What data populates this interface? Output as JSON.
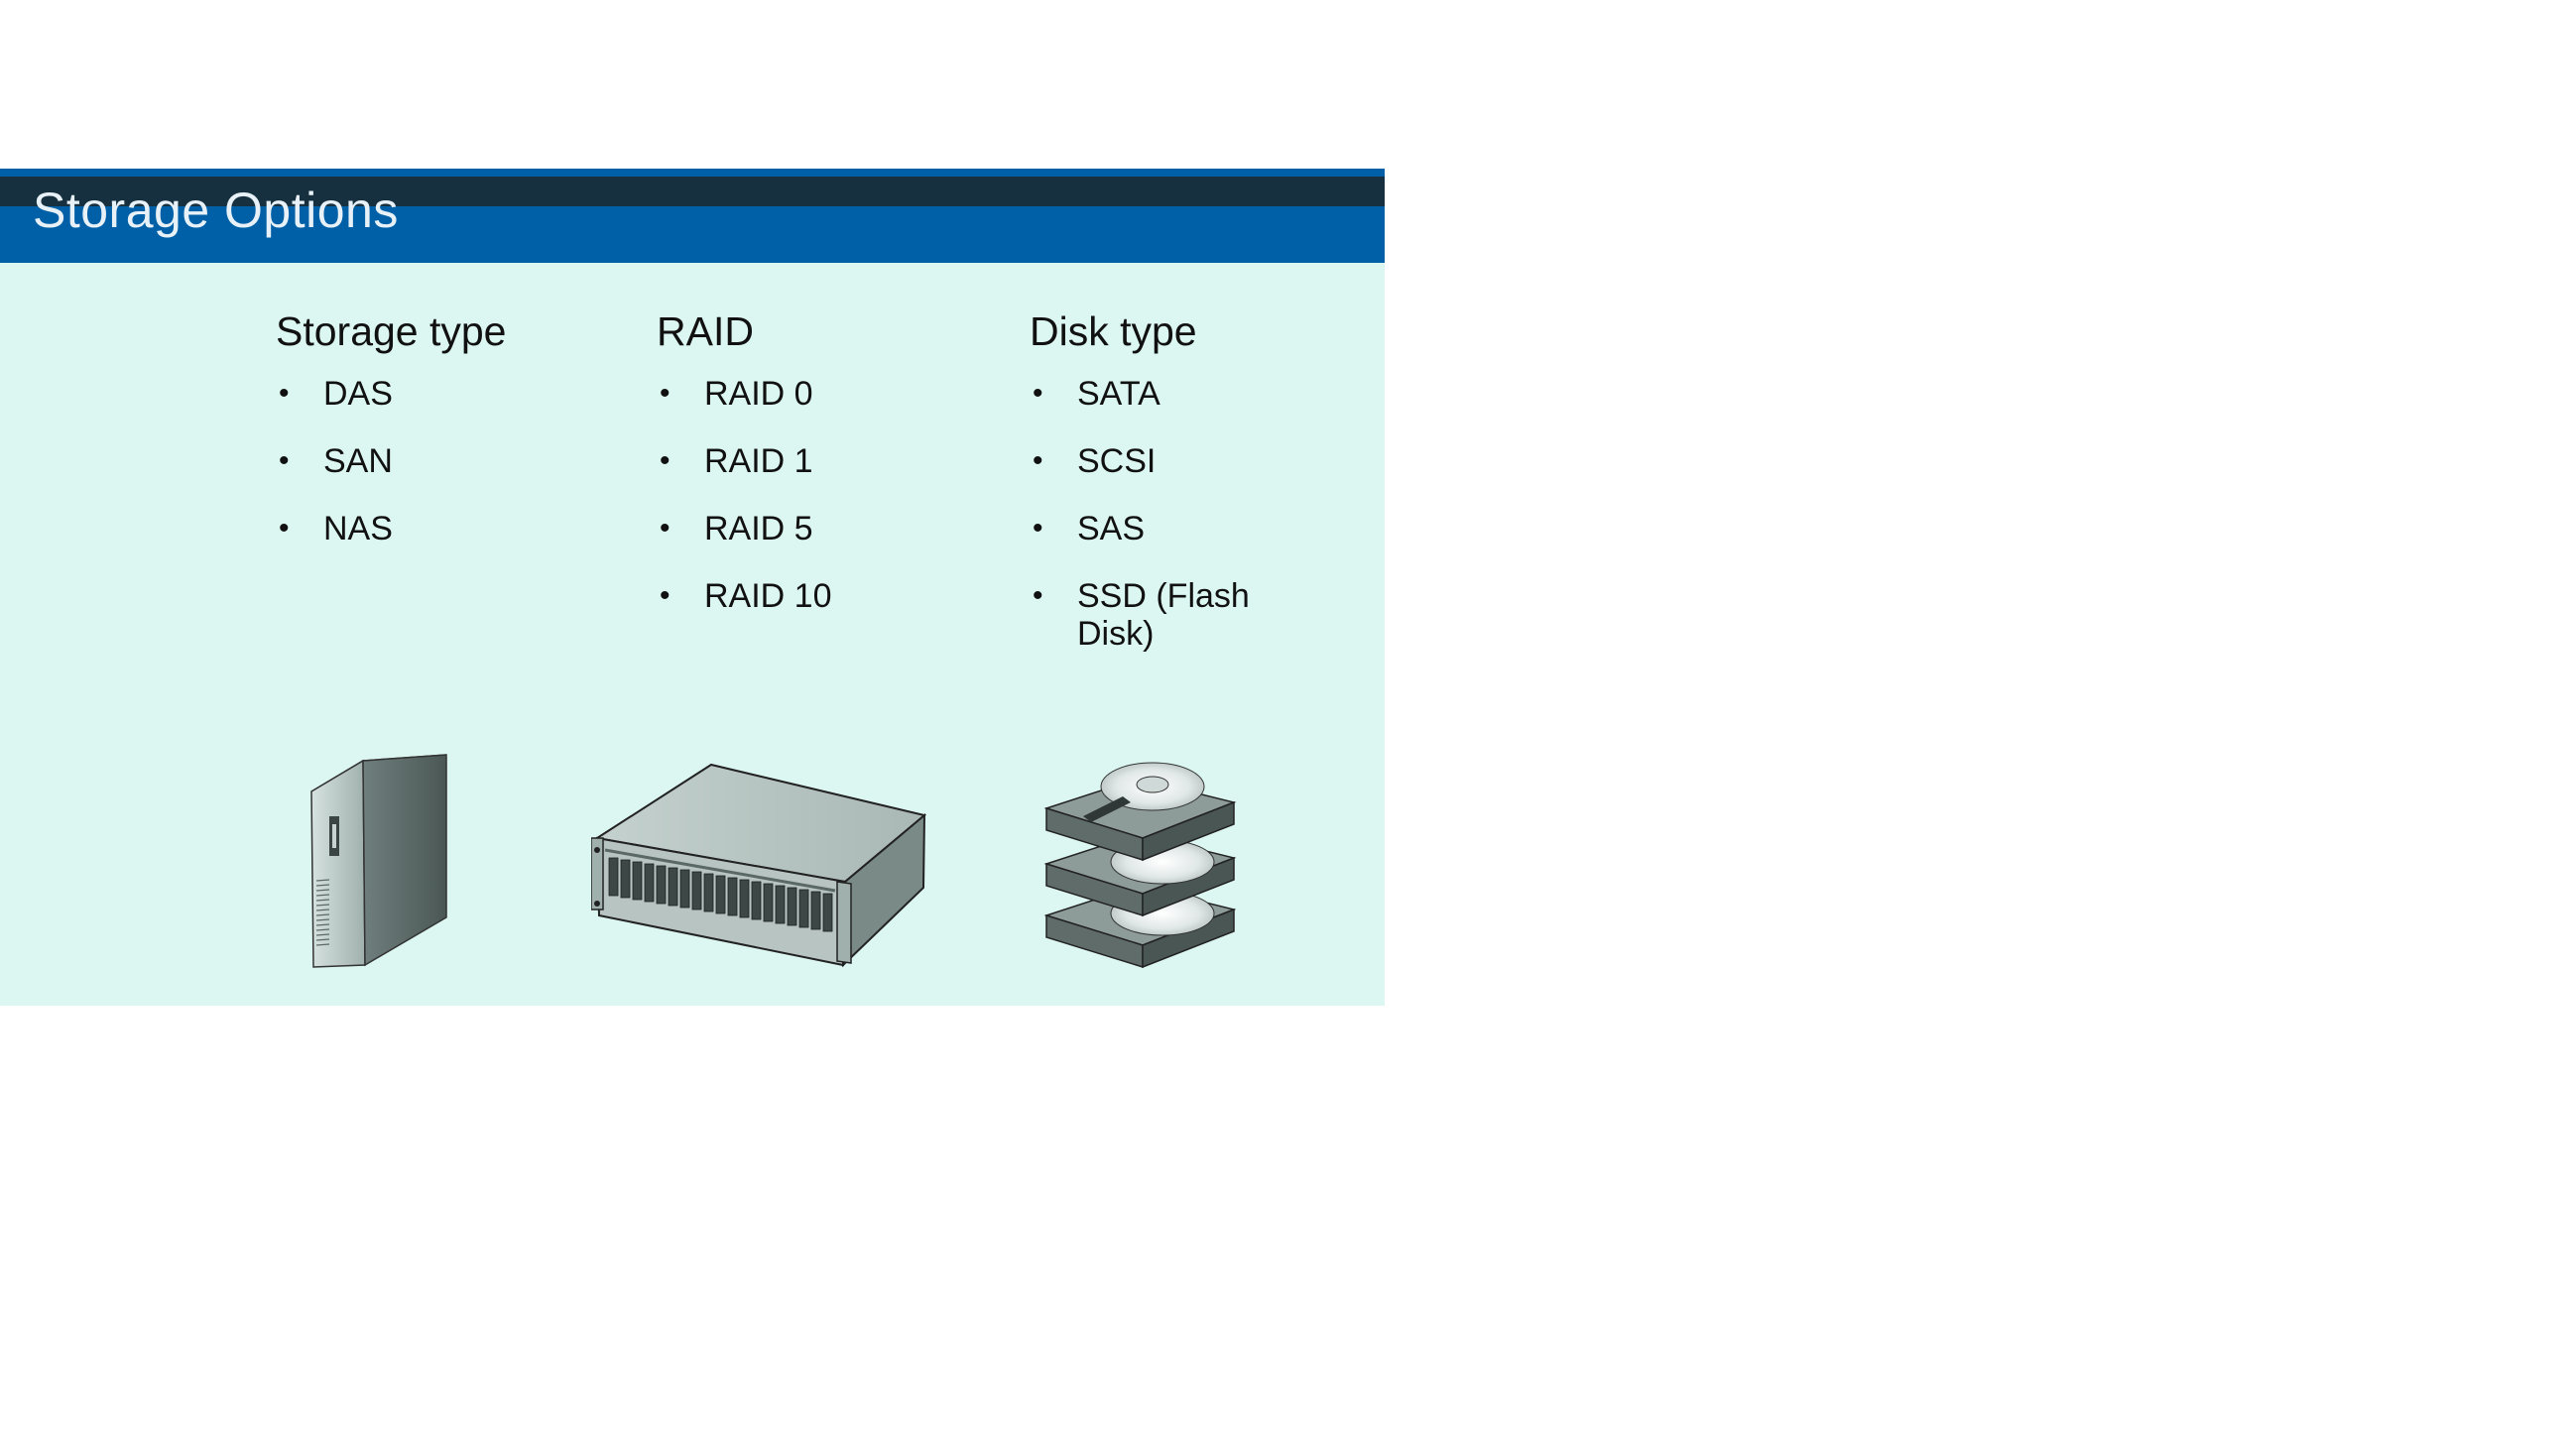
{
  "slide": {
    "title": "Storage Options",
    "columns": [
      {
        "heading": "Storage type",
        "items": [
          "DAS",
          "SAN",
          "NAS"
        ],
        "illustration_icon": "tower-server-icon"
      },
      {
        "heading": "RAID",
        "items": [
          "RAID 0",
          "RAID 1",
          "RAID 5",
          "RAID 10"
        ],
        "illustration_icon": "rack-storage-array-icon"
      },
      {
        "heading": "Disk type",
        "items": [
          "SATA",
          "SCSI",
          "SAS",
          "SSD (Flash Disk)"
        ],
        "illustration_icon": "hard-disk-stack-icon"
      }
    ]
  },
  "colors": {
    "title_bar": "#0060a7",
    "title_stripe": "#16303f",
    "slide_background": "#dcf7f2"
  }
}
